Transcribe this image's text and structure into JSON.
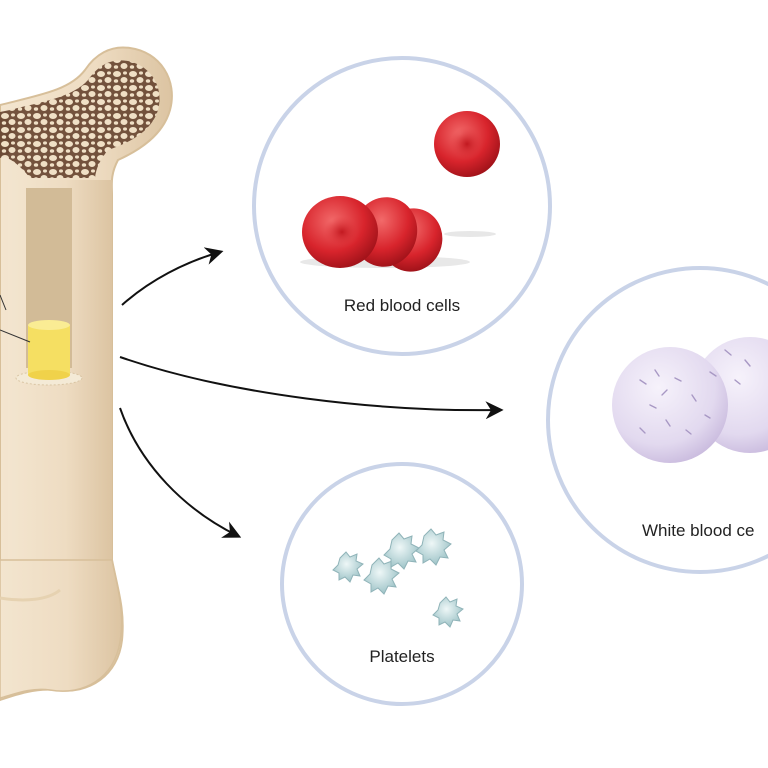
{
  "diagram": {
    "bone": {
      "name": "femur-bone",
      "marrow_highlight": "bone-marrow-sample"
    },
    "cells": [
      {
        "id": "red",
        "label": "Red blood cells",
        "color": "#d8242c"
      },
      {
        "id": "white",
        "label": "White blood ce",
        "color": "#e2d9ef"
      },
      {
        "id": "platelets",
        "label": "Platelets",
        "color": "#b9d6d9"
      }
    ],
    "colors": {
      "bone": "#eedcc2",
      "bone_shadow": "#d9c09d",
      "spongy": "#6d4b36",
      "marrow_cavity": "#d2bb97",
      "marrow_sample": "#f5df62",
      "circle_border": "#c9d3e8",
      "arrow": "#111111"
    }
  }
}
